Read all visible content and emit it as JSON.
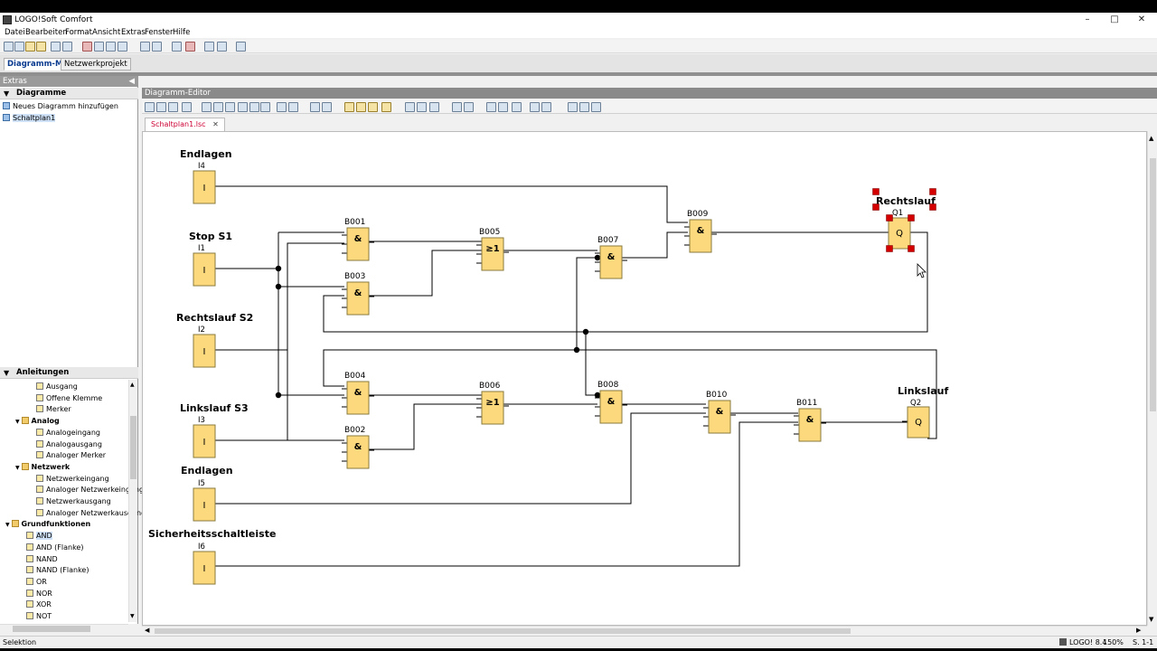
{
  "window": {
    "title": "LOGO!Soft Comfort"
  },
  "menu": [
    "Datei",
    "Bearbeiten",
    "Format",
    "Ansicht",
    "Extras",
    "Fenster",
    "Hilfe"
  ],
  "mode_tabs": [
    "Diagramm-Modus",
    "Netzwerkprojekt"
  ],
  "left_panel": {
    "header": "Extras",
    "diagram_section": "Diagramme",
    "diagram_items": [
      "Neues Diagramm hinzufügen",
      "Schaltplan1"
    ],
    "instructions_section": "Anleitungen",
    "tree": [
      {
        "label": "Ausgang",
        "indent": 2,
        "icon": "output-icon"
      },
      {
        "label": "Offene Klemme",
        "indent": 2,
        "icon": "open-terminal-icon"
      },
      {
        "label": "Merker",
        "indent": 2,
        "icon": "flag-icon"
      },
      {
        "label": "Analog",
        "indent": 1,
        "icon": "folder-icon",
        "group": true
      },
      {
        "label": "Analogeingang",
        "indent": 2,
        "icon": "analog-input-icon"
      },
      {
        "label": "Analogausgang",
        "indent": 2,
        "icon": "analog-output-icon"
      },
      {
        "label": "Analoger Merker",
        "indent": 2,
        "icon": "analog-flag-icon"
      },
      {
        "label": "Netzwerk",
        "indent": 1,
        "icon": "folder-icon",
        "group": true
      },
      {
        "label": "Netzwerkeingang",
        "indent": 2,
        "icon": "network-input-icon"
      },
      {
        "label": "Analoger Netzwerkeingang",
        "indent": 2,
        "icon": "analog-network-input-icon"
      },
      {
        "label": "Netzwerkausgang",
        "indent": 2,
        "icon": "network-output-icon"
      },
      {
        "label": "Analoger Netzwerkausgang",
        "indent": 2,
        "icon": "analog-network-output-icon"
      },
      {
        "label": "Grundfunktionen",
        "indent": 0,
        "icon": "folder-icon",
        "group": true
      },
      {
        "label": "AND",
        "indent": 1,
        "icon": "and-icon",
        "selected": true
      },
      {
        "label": "AND (Flanke)",
        "indent": 1,
        "icon": "and-edge-icon"
      },
      {
        "label": "NAND",
        "indent": 1,
        "icon": "nand-icon"
      },
      {
        "label": "NAND (Flanke)",
        "indent": 1,
        "icon": "nand-edge-icon"
      },
      {
        "label": "OR",
        "indent": 1,
        "icon": "or-icon"
      },
      {
        "label": "NOR",
        "indent": 1,
        "icon": "nor-icon"
      },
      {
        "label": "XOR",
        "indent": 1,
        "icon": "xor-icon"
      },
      {
        "label": "NOT",
        "indent": 1,
        "icon": "not-icon"
      }
    ]
  },
  "editor": {
    "header": "Diagramm-Editor",
    "document_tab": "Schaltplan1.lsc",
    "inputs": [
      {
        "title": "Endlagen",
        "id": "I4",
        "symbol": "I"
      },
      {
        "title": "Stop S1",
        "id": "I1",
        "symbol": "I"
      },
      {
        "title": "Rechtslauf S2",
        "id": "I2",
        "symbol": "I"
      },
      {
        "title": "Linkslauf S3",
        "id": "I3",
        "symbol": "I"
      },
      {
        "title": "Endlagen",
        "id": "I5",
        "symbol": "I"
      },
      {
        "title": "Sicherheitsschaltleiste",
        "id": "I6",
        "symbol": "I"
      }
    ],
    "blocks": [
      {
        "id": "B001",
        "symbol": "&"
      },
      {
        "id": "B003",
        "symbol": "&"
      },
      {
        "id": "B005",
        "symbol": "≥1"
      },
      {
        "id": "B007",
        "symbol": "&"
      },
      {
        "id": "B009",
        "symbol": "&"
      },
      {
        "id": "B004",
        "symbol": "&"
      },
      {
        "id": "B002",
        "symbol": "&"
      },
      {
        "id": "B006",
        "symbol": "≥1"
      },
      {
        "id": "B008",
        "symbol": "&"
      },
      {
        "id": "B010",
        "symbol": "&"
      },
      {
        "id": "B011",
        "symbol": "&"
      }
    ],
    "outputs": [
      {
        "title": "Rechtslauf",
        "id": "Q1",
        "symbol": "Q"
      },
      {
        "title": "Linkslauf",
        "id": "Q2",
        "symbol": "Q"
      }
    ]
  },
  "status": {
    "left": "Selektion",
    "device": "LOGO! 8.4",
    "zoom": "150%",
    "position": "S. 1-1"
  },
  "colors": {
    "block_fill": "#fdd97e",
    "block_border": "#8a7a3c",
    "selection": "#d40000",
    "tab_active": "#0b3b8f"
  }
}
